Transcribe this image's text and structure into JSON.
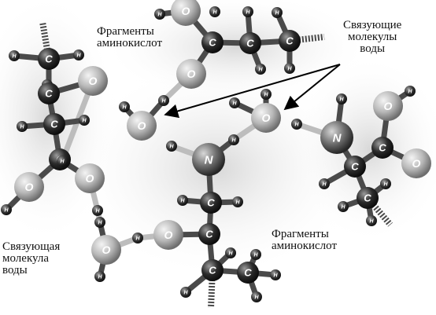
{
  "labels": {
    "fragments_top": [
      "Фрагменты",
      "аминокислот"
    ],
    "bridging_waters": [
      "Связующие",
      "молекулы",
      "воды"
    ],
    "bridging_water_single": [
      "Связующая",
      "молекула",
      "воды"
    ],
    "fragments_bottom": [
      "Фрагменты",
      "аминокислот"
    ]
  },
  "atom_symbols": {
    "carbon": "C",
    "oxygen": "O",
    "nitrogen": "N",
    "hydrogen": "H"
  },
  "colors": {
    "carbon": "#2b2b2b",
    "oxygen": "#b9b9b9",
    "nitrogen": "#6f6f6f",
    "hydrogen": "#3a3a3a",
    "bond": "#4a4a4a",
    "hbond": "#bdbdbd",
    "arrow": "#000000"
  }
}
